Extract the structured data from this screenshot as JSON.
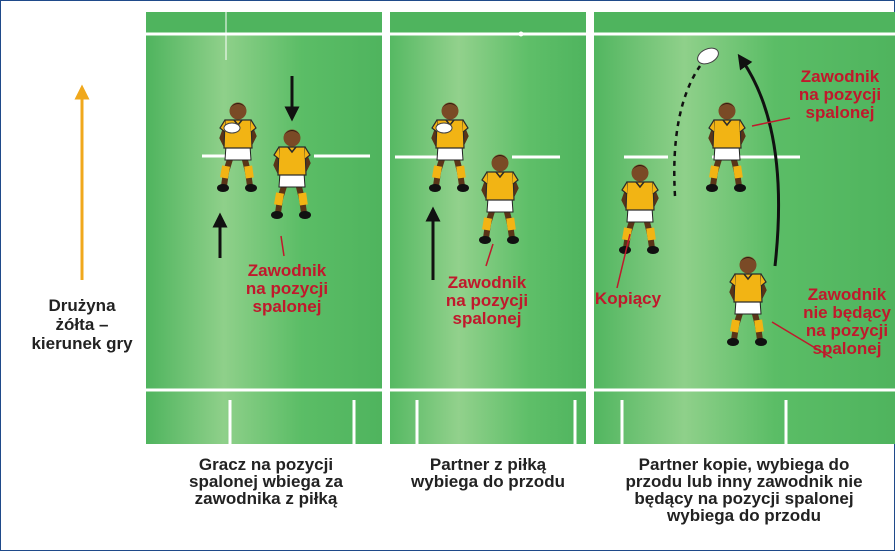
{
  "side_label": [
    "Drużyna",
    "żółta –",
    "kierunek gry"
  ],
  "panels": [
    {
      "caption": [
        "Gracz na pozycji",
        "spalonej wbiega za",
        "zawodnika z piłką"
      ],
      "labels": [
        {
          "lines": [
            "Zawodnik",
            "na pozycji",
            "spalonej"
          ]
        }
      ]
    },
    {
      "caption": [
        "Partner z piłką",
        "wybiega do przodu"
      ],
      "labels": [
        {
          "lines": [
            "Zawodnik",
            "na pozycji",
            "spalonej"
          ]
        }
      ]
    },
    {
      "caption": [
        "Partner kopie, wybiega do",
        "przodu lub inny zawodnik nie",
        "będący na pozycji spalonej",
        "wybiega do przodu"
      ],
      "labels": [
        {
          "lines": [
            "Zawodnik",
            "na pozycji",
            "spalonej"
          ]
        },
        {
          "lines": [
            "Kopiący"
          ]
        },
        {
          "lines": [
            "Zawodnik",
            "nie będący",
            "na pozycji",
            "spalonej"
          ]
        }
      ]
    }
  ],
  "colors": {
    "field_dark": "#4fb45e",
    "field_light": "#8fd08a",
    "label_red": "#c0192c",
    "direction_arrow": "#f0a81c",
    "jersey_yellow": "#f2b414",
    "frame_blue": "#1f4a8a"
  }
}
